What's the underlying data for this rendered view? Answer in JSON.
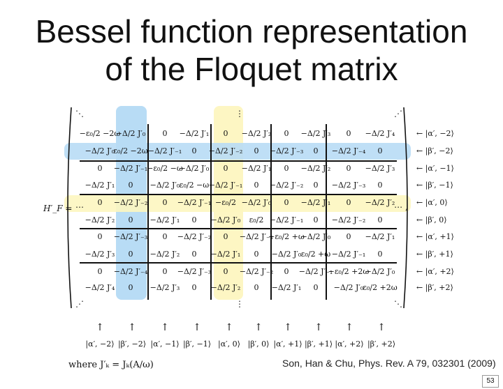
{
  "title_line1": "Bessel function representation",
  "title_line2": "of the Floquet matrix",
  "matrix_label": "H′_F =",
  "rows": [
    [
      "−ε₀/2 −2ω",
      "−Δ/2 J′₀",
      "0",
      "−Δ/2 J′₁",
      "0",
      "−Δ/2 J′₂",
      "0",
      "−Δ/2 J′₃",
      "0",
      "−Δ/2 J′₄"
    ],
    [
      "−Δ/2 J′₀",
      "ε₀/2 −2ω",
      "−Δ/2 J′₋₁",
      "0",
      "−Δ/2 J′₋₂",
      "0",
      "−Δ/2 J′₋₃",
      "0",
      "−Δ/2 J′₋₄",
      "0"
    ],
    [
      "0",
      "−Δ/2 J′₋₁",
      "−ε₀/2 −ω",
      "−Δ/2 J′₀",
      "0",
      "−Δ/2 J′₁",
      "0",
      "−Δ/2 J′₂",
      "0",
      "−Δ/2 J′₃"
    ],
    [
      "−Δ/2 J′₁",
      "0",
      "−Δ/2 J′₀",
      "ε₀/2 −ω",
      "−Δ/2 J′₋₁",
      "0",
      "−Δ/2 J′₋₂",
      "0",
      "−Δ/2 J′₋₃",
      "0"
    ],
    [
      "0",
      "−Δ/2 J′₋₂",
      "0",
      "−Δ/2 J′₋₁",
      "−ε₀/2",
      "−Δ/2 J′₀",
      "0",
      "−Δ/2 J′₁",
      "0",
      "−Δ/2 J′₂"
    ],
    [
      "−Δ/2 J′₂",
      "0",
      "−Δ/2 J′₁",
      "0",
      "−Δ/2 J′₀",
      "ε₀/2",
      "−Δ/2 J′₋₁",
      "0",
      "−Δ/2 J′₋₂",
      "0"
    ],
    [
      "0",
      "−Δ/2 J′₋₃",
      "0",
      "−Δ/2 J′₋₂",
      "0",
      "−Δ/2 J′₋₁",
      "−ε₀/2 +ω",
      "−Δ/2 J′₀",
      "0",
      "−Δ/2 J′₁"
    ],
    [
      "−Δ/2 J′₃",
      "0",
      "−Δ/2 J′₂",
      "0",
      "−Δ/2 J′₁",
      "0",
      "−Δ/2 J′₀",
      "ε₀/2 +ω",
      "−Δ/2 J′₋₁",
      "0"
    ],
    [
      "0",
      "−Δ/2 J′₋₄",
      "0",
      "−Δ/2 J′₋₃",
      "0",
      "−Δ/2 J′₋₂",
      "0",
      "−Δ/2 J′₋₁",
      "−ε₀/2 +2ω",
      "−Δ/2 J′₀"
    ],
    [
      "−Δ/2 J′₄",
      "0",
      "−Δ/2 J′₃",
      "0",
      "−Δ/2 J′₂",
      "0",
      "−Δ/2 J′₁",
      "0",
      "−Δ/2 J′₀",
      "ε₀/2 +2ω"
    ]
  ],
  "row_labels": [
    "← |α′, −2⟩",
    "← |β′, −2⟩",
    "← |α′, −1⟩",
    "← |β′, −1⟩",
    "← |α′, 0⟩",
    "← |β′, 0⟩",
    "← |α′, +1⟩",
    "← |β′, +1⟩",
    "← |α′, +2⟩",
    "← |β′, +2⟩"
  ],
  "col_labels": [
    "|α′, −2⟩",
    "|β′, −2⟩",
    "|α′, −1⟩",
    "|β′, −1⟩",
    "|α′, 0⟩",
    "|β′, 0⟩",
    "|α′, +1⟩",
    "|β′, +1⟩",
    "|α′, +2⟩",
    "|β′, +2⟩"
  ],
  "arrow_glyph": "↑",
  "footnote": "where J′ₖ = Jₖ(A/ω)",
  "citation": "Son, Han & Chu, Phys. Rev. A 79, 032301 (2009)",
  "slide_number": "53",
  "colors": {
    "blue_highlight": "#b8dcf5",
    "yellow_highlight": "#fdf6c0"
  }
}
